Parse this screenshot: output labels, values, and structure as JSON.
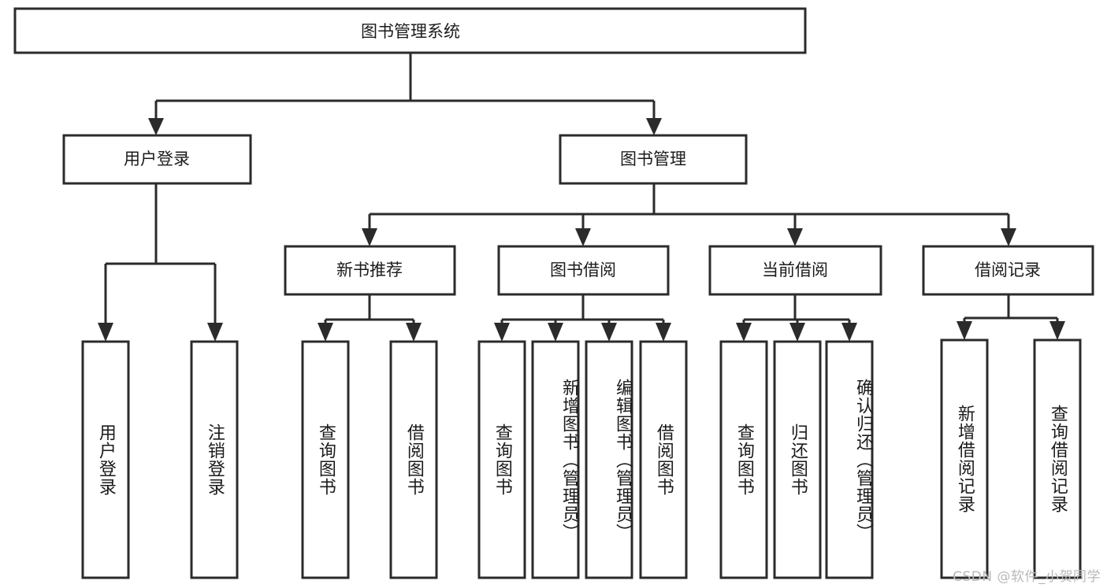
{
  "diagram": {
    "title": "图书管理系统",
    "type": "tree",
    "watermark": "CSDN @软件_小贺同学",
    "colors": {
      "stroke": "#2b2b2b",
      "fill": "#ffffff",
      "text": "#1b1b1b",
      "watermark": "#b9b9b9"
    },
    "root": {
      "label": "图书管理系统"
    },
    "level2": [
      {
        "label": "用户登录"
      },
      {
        "label": "图书管理"
      }
    ],
    "level3": [
      {
        "label": "新书推荐"
      },
      {
        "label": "图书借阅"
      },
      {
        "label": "当前借阅"
      },
      {
        "label": "借阅记录"
      }
    ],
    "leaves": {
      "user_login": [
        {
          "label": "用户登录"
        },
        {
          "label": "注销登录"
        }
      ],
      "new_book_recommend": [
        {
          "label": "查询图书"
        },
        {
          "label": "借阅图书"
        }
      ],
      "book_borrow": [
        {
          "label": "查询图书"
        },
        {
          "label": "新增图书（管理员）"
        },
        {
          "label": "编辑图书（管理员）"
        },
        {
          "label": "借阅图书"
        }
      ],
      "current_borrow": [
        {
          "label": "查询图书"
        },
        {
          "label": "归还图书"
        },
        {
          "label": "确认归还（管理员）"
        }
      ],
      "borrow_record": [
        {
          "label": "新增借阅记录"
        },
        {
          "label": "查询借阅记录"
        }
      ]
    }
  }
}
